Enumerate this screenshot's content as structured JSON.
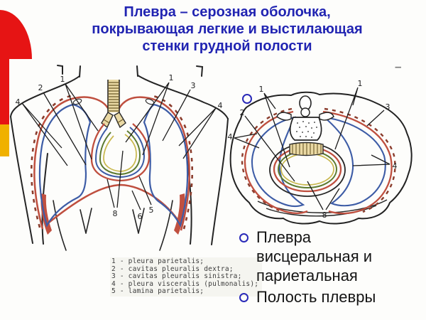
{
  "title": {
    "lines": [
      "Плевра – серозная оболочка,",
      "покрывающая легкие и выстилающая",
      "стенки грудной полости"
    ]
  },
  "top_right_dash": "–",
  "left_diagram": {
    "description": "frontal section of thorax with pleura",
    "labels": [
      {
        "text": "2"
      },
      {
        "text": "1"
      },
      {
        "text": "1"
      },
      {
        "text": "3"
      },
      {
        "text": "4"
      },
      {
        "text": "4"
      },
      {
        "text": "8"
      },
      {
        "text": "6"
      },
      {
        "text": "5"
      }
    ]
  },
  "right_diagram": {
    "description": "transverse section of thorax with pleura",
    "labels": [
      {
        "text": "1"
      },
      {
        "text": "2"
      },
      {
        "text": "4"
      },
      {
        "text": "1"
      },
      {
        "text": "3"
      },
      {
        "text": "4"
      },
      {
        "text": "8"
      }
    ]
  },
  "legend": {
    "lines": [
      "1 - pleura parietalis;",
      "2 - cavitas pleuralis dextra;",
      "3 - cavitas pleuralis sinistra;",
      "4 - pleura visceralis (pulmonalis);",
      "5 - lamina parietalis;"
    ]
  },
  "bullets": {
    "items": [
      "Плевра висцеральная и париетальная",
      "Полость плевры"
    ]
  },
  "colors": {
    "title_blue": "#2124b2",
    "decor_red": "#e61414",
    "decor_yellow": "#f0b100",
    "pleura_red": "#bf4f3f",
    "rib_brown": "#8a3c2c",
    "pleura_blue": "#3d5ca6",
    "pericardium_green": "#5c7a30",
    "pericardium_yellow": "#c9b84e",
    "bullet_ring_blue": "#2a2ab8"
  }
}
